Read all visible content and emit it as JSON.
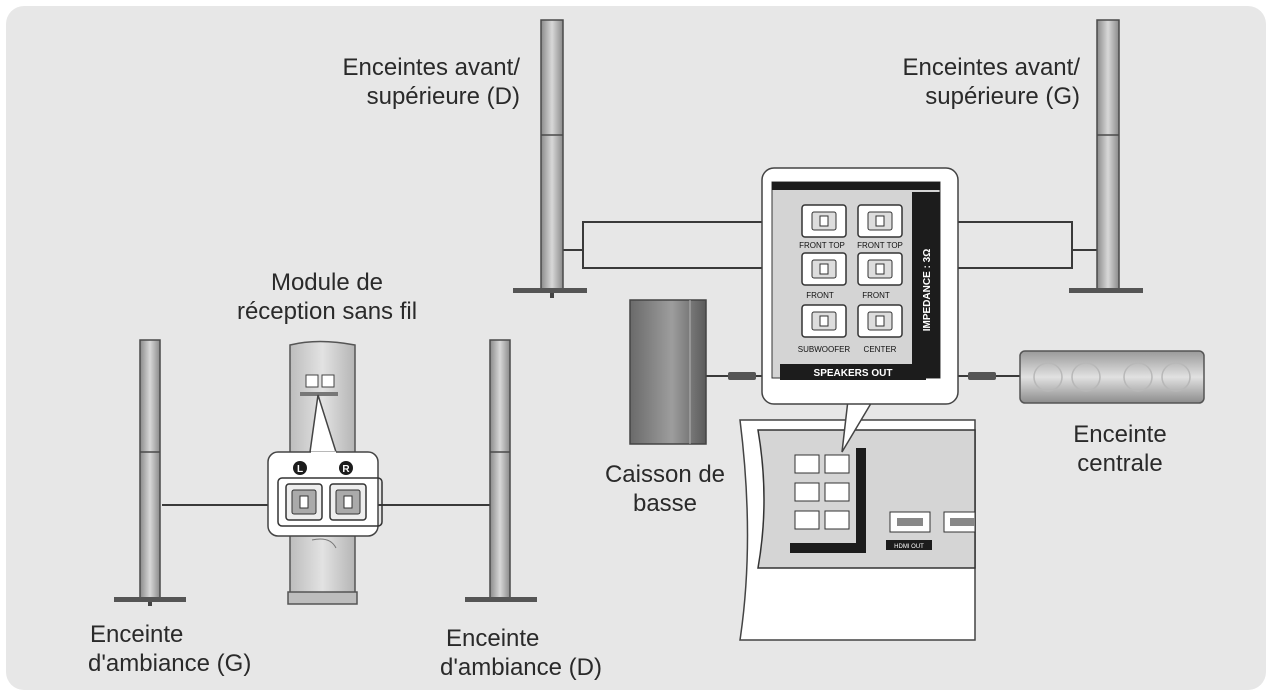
{
  "labels": {
    "front_right": [
      "Enceintes avant/",
      "supérieure (D)"
    ],
    "front_left": [
      "Enceintes avant/",
      "supérieure (G)"
    ],
    "wireless_module": [
      "Module de",
      "réception sans fil"
    ],
    "subwoofer": [
      "Caisson de",
      "basse"
    ],
    "center": [
      "Enceinte",
      "centrale"
    ],
    "surround_left": [
      "Enceinte",
      "d'ambiance (G)"
    ],
    "surround_right": [
      "Enceinte",
      "d'ambiance (D)"
    ]
  },
  "panel": {
    "jacks": {
      "front_top_r": "FRONT TOP",
      "front_top_l": "FRONT TOP",
      "front_r": "FRONT",
      "front_l": "FRONT",
      "subwoofer": "SUBWOOFER",
      "center": "CENTER"
    },
    "speakers_out": "SPEAKERS OUT",
    "impedance": "IMPEDANCE : 3Ω",
    "hdmi_out": "HDMI OUT"
  },
  "module_badges": {
    "left": "L",
    "right": "R"
  },
  "colors": {
    "background": "#e7e7e7",
    "line": "#3a3a3a",
    "panel_dark": "#1c1c1c"
  }
}
